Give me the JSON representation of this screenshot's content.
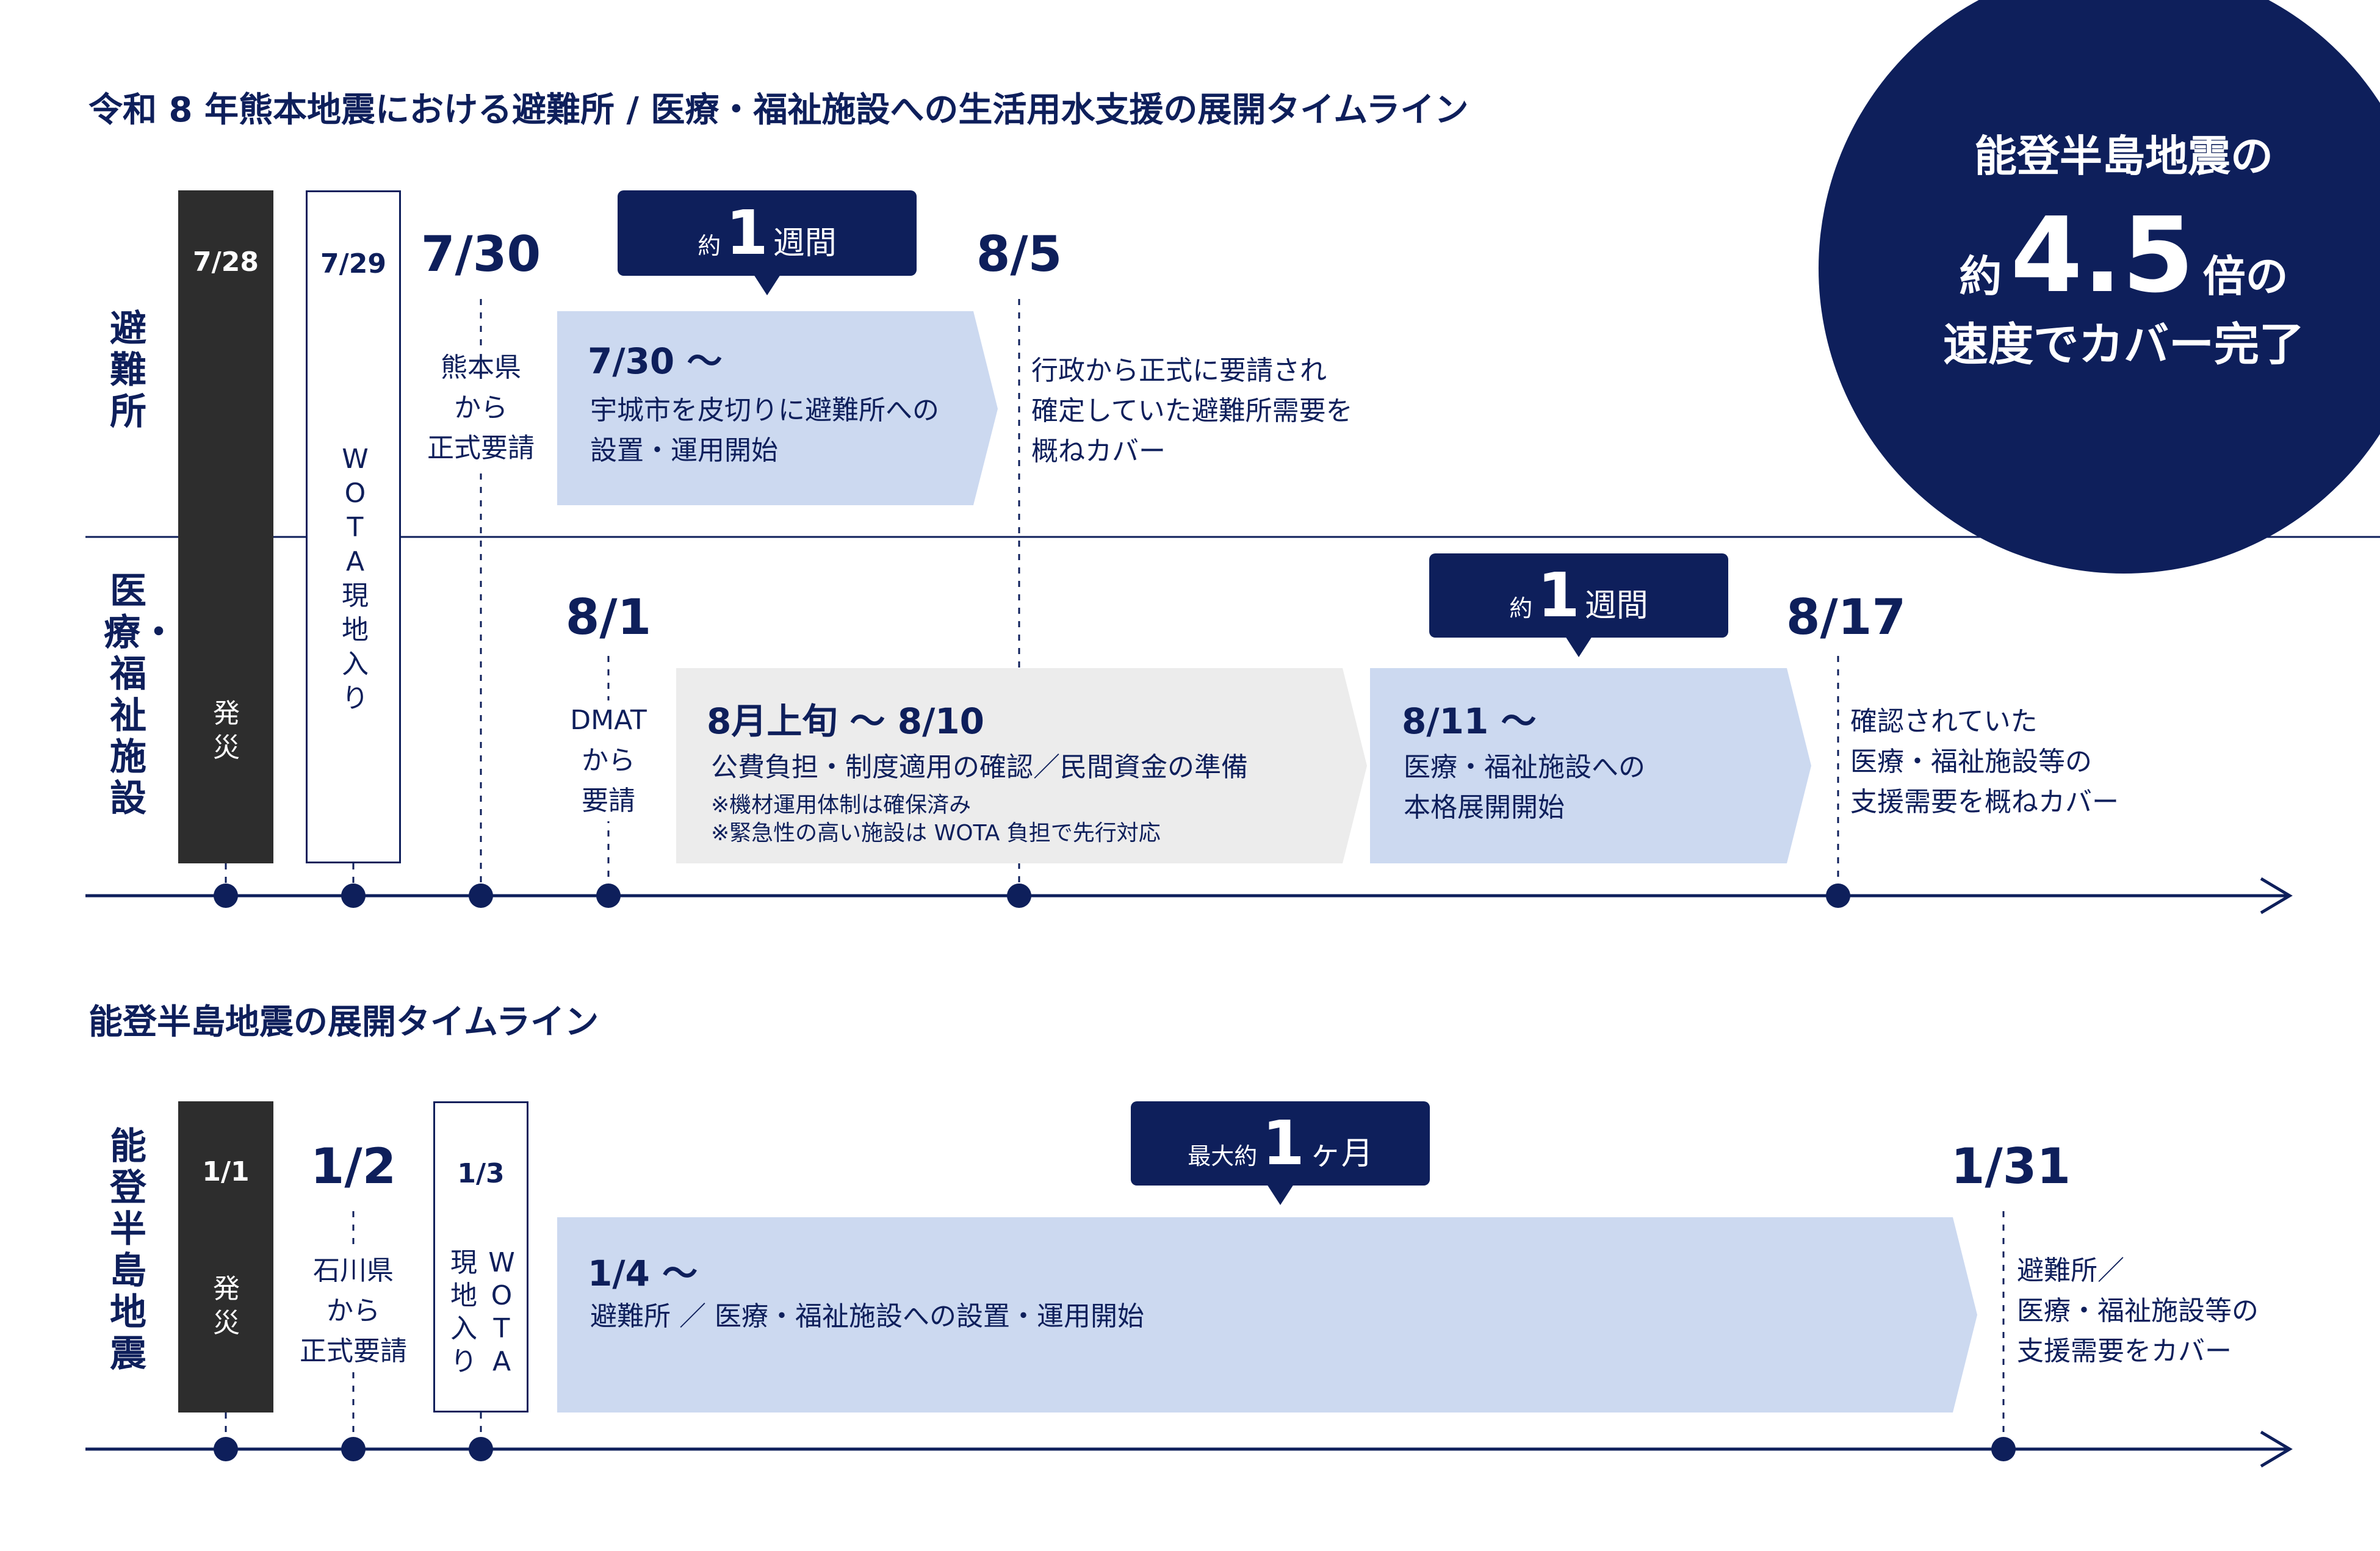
{
  "colors": {
    "navy": "#0e1f5b",
    "dark_bar": "#2d2d2d",
    "light_blue": "#ccd9f0",
    "light_gray": "#ececec"
  },
  "kumamoto": {
    "title": "令和 8 年熊本地震における避難所 / 医療・福祉施設への生活用水支援の展開タイムライン",
    "row_shelter_label": "避難所",
    "row_medical_label": "医療・福祉施設",
    "bar_0728": {
      "date": "7/28",
      "text": "発災"
    },
    "bar_0729": {
      "date": "7/29",
      "text": "WOTA 現地入り"
    },
    "d_0730": {
      "date": "7/30",
      "note": "熊本県\nから\n正式要請"
    },
    "shelter_box": {
      "title": "7/30 〜",
      "text": "宇城市を皮切りに避難所への\n設置・運用開始"
    },
    "callout_shelter": {
      "pre": "約",
      "num": "1",
      "post": "週間"
    },
    "d_0805": {
      "date": "8/5",
      "note": "行政から正式に要請され\n確定していた避難所需要を\n概ねカバー"
    },
    "d_0801": {
      "date": "8/1",
      "note": "DMAT\nから\n要請"
    },
    "gray_box": {
      "title": "8月上旬 〜 8/10",
      "text": "公費負担・制度適用の確認／民間資金の準備",
      "note": "※機材運用体制は確保済み\n※緊急性の高い施設は WOTA 負担で先行対応"
    },
    "medical_box": {
      "title": "8/11 〜",
      "text": "医療・福祉施設への\n本格展開開始"
    },
    "callout_medical": {
      "pre": "約",
      "num": "1",
      "post": "週間"
    },
    "d_0817": {
      "date": "8/17",
      "note": "確認されていた\n医療・福祉施設等の\n支援需要を概ねカバー"
    }
  },
  "circle": {
    "line1": "能登半島地震の",
    "pre": "約",
    "num": "4.5",
    "post": "倍の",
    "line3": "速度でカバー完了"
  },
  "noto": {
    "title": "能登半島地震の展開タイムライン",
    "row_label": "能登半島地震",
    "bar_0101": {
      "date": "1/1",
      "text": "発災"
    },
    "d_0102": {
      "date": "1/2",
      "note": "石川県\nから\n正式要請"
    },
    "bar_0103": {
      "date": "1/3",
      "col1": "WOTA",
      "col2": "現地入り"
    },
    "box": {
      "title": "1/4 〜",
      "text": "避難所 ／ 医療・福祉施設への設置・運用開始"
    },
    "callout": {
      "pre": "最大約",
      "num": "1",
      "post": "ヶ月"
    },
    "d_0131": {
      "date": "1/31",
      "note": "避難所／\n医療・福祉施設等の\n支援需要をカバー"
    }
  }
}
